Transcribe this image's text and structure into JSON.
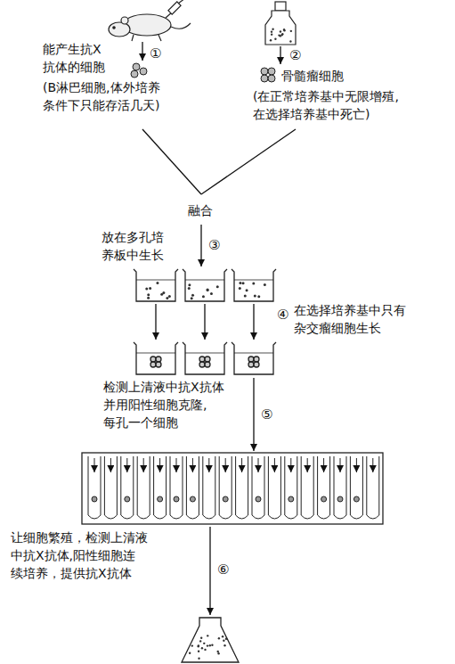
{
  "diagram": {
    "labels": [
      "①",
      "能产生抗X 抗体的细胞",
      "(B淋巴细胞,体外培养 条件下只能存活几天)",
      "②",
      "骨髓瘤细胞",
      "(在正常培养基中无限增殖, 在选择培养基中死亡)",
      "融合",
      "放在多孔培 养板中生长",
      "③",
      "在选择培养基中只有 杂交瘤细胞生长",
      "④",
      "检测上清液中抗X抗体 并用阳性细胞克隆, 每孔一个细胞",
      "⑤",
      "让细胞繁殖，检测上清液 中抗X抗体,阳性细胞连 续培养，提供抗X抗体",
      "⑥"
    ]
  }
}
